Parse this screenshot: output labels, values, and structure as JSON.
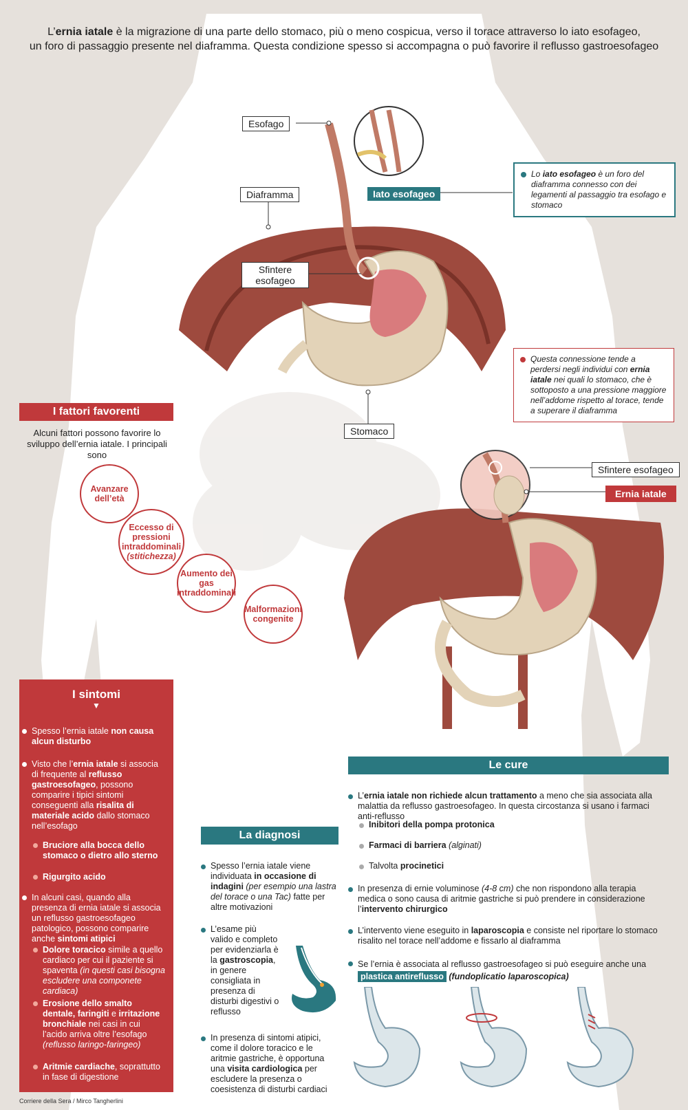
{
  "intro": {
    "prefix": "L’",
    "bold": "ernia iatale",
    "rest": " è la migrazione di una parte dello stomaco, più o meno cospicua, verso il torace attraverso lo iato esofageo,",
    "line2": "un foro di passaggio presente nel diaframma. Questa condizione spesso si accompagna o può favorire il reflusso gastroesofageo"
  },
  "labels": {
    "esofago": "Esofago",
    "diaframma": "Diaframma",
    "iato": "Iato esofageo",
    "sfintere": "Sfintere esofageo",
    "stomaco": "Stomaco",
    "sfintere2": "Sfintere esofageo",
    "ernia": "Ernia iatale"
  },
  "note_iato": {
    "a": "Lo ",
    "b": "iato esofageo",
    "c": " è un foro del diaframma connesso con dei legamenti al passaggio tra esofago e stomaco"
  },
  "note_conn": {
    "a": "Questa connessione tende a perdersi negli individui con ",
    "b": "ernia iatale",
    "c": " nei quali lo stomaco, che è sottoposto a una pressione maggiore nell’addome rispetto al torace, tende a superare il diaframma"
  },
  "factors": {
    "title": "I fattori favorenti",
    "intro": "Alcuni fattori possono favorire lo sviluppo dell’ernia iatale. I principali sono",
    "c1": "Avanzare dell’età",
    "c2a": "Eccesso di pressioni intraddominali",
    "c2b": "(stitichezza)",
    "c3": "Aumento dei gas intraddominali",
    "c4": "Malformazioni congenite"
  },
  "symptoms": {
    "title": "I sintomi",
    "arrow": "▼",
    "i1a": "Spesso l’ernia iatale ",
    "i1b": "non causa alcun disturbo",
    "i2a": "Visto che l’",
    "i2b": "ernia iatale",
    "i2c": " si associa di frequente al ",
    "i2d": "reflusso gastroesofageo",
    "i2e": ", possono comparire i tipici sintomi conseguenti alla ",
    "i2f": "risalita di materiale acido",
    "i2g": " dallo stomaco nell’esofago",
    "s1": "Bruciore alla bocca dello stomaco o dietro allo sterno",
    "s2": "Rigurgito acido",
    "i3a": "In alcuni casi, quando alla presenza di ernia iatale si associa un reflusso gastroesofageo patologico, possono comparire anche ",
    "i3b": "sintomi atipici",
    "s3a": "Dolore toracico",
    "s3b": " simile a quello cardiaco per cui il paziente si spaventa ",
    "s3c": "(in questi casi bisogna escludere una componete cardiaca)",
    "s4a": "Erosione dello smalto dentale, faringiti",
    "s4b": " e ",
    "s4c": "irritazione bronchiale",
    "s4d": " nei casi in cui l’acido arriva oltre l’esofago ",
    "s4e": "(reflusso laringo-faringeo)",
    "s5a": "Aritmie cardiache",
    "s5b": ", soprattutto in fase di digestione"
  },
  "diagnosis": {
    "title": "La diagnosi",
    "p1a": "Spesso l’ernia iatale viene individuata ",
    "p1b": "in occasione di indagini",
    "p1c": " (per esempio una lastra del torace o una Tac)",
    "p1d": " fatte per altre motivazioni",
    "p2a": "L’esame più valido e completo per evidenziarla è la ",
    "p2b": "gastroscopia",
    "p2c": ", in genere consigliata in presenza di disturbi digestivi o reflusso",
    "p3a": "In presenza di sintomi atipici, come il dolore toracico e le aritmie gastriche, è opportuna una ",
    "p3b": "visita cardiologica",
    "p3c": " per escludere la presenza o coesistenza di disturbi cardiaci"
  },
  "cures": {
    "title": "Le cure",
    "p1a": "L’",
    "p1b": "ernia iatale non richiede alcun trattamento",
    "p1c": " a meno che sia associata alla malattia da reflusso gastroesofageo. In questa circostanza si usano i farmaci anti-reflusso",
    "d1": "Inibitori della pompa protonica",
    "d2a": "Farmaci di barriera",
    "d2b": " (alginati)",
    "d3a": "Talvolta ",
    "d3b": "procinetici",
    "p2a": "In presenza di ernie voluminose ",
    "p2b": "(4-8 cm)",
    "p2c": " che non rispondono alla terapia medica o sono causa di aritmie gastriche si può prendere in considerazione l’",
    "p2d": "intervento chirurgico",
    "p3a": "L’intervento viene eseguito in ",
    "p3b": "laparoscopia",
    "p3c": " e consiste nel riportare lo stomaco risalito nel torace nell’addome e fissarlo al diaframma",
    "p4a": "Se l’ernia è associata al reflusso gastroesofageo si può eseguire anche una ",
    "p4b": "plastica antireflusso",
    "p4c": " (fundoplicatio laparoscopica)"
  },
  "credit": "Corriere della Sera / Mirco Tangherlini",
  "colors": {
    "red": "#c0393b",
    "teal": "#2a7880",
    "muscle": "#9e4a3e",
    "stomach": "#e3d3b8"
  }
}
